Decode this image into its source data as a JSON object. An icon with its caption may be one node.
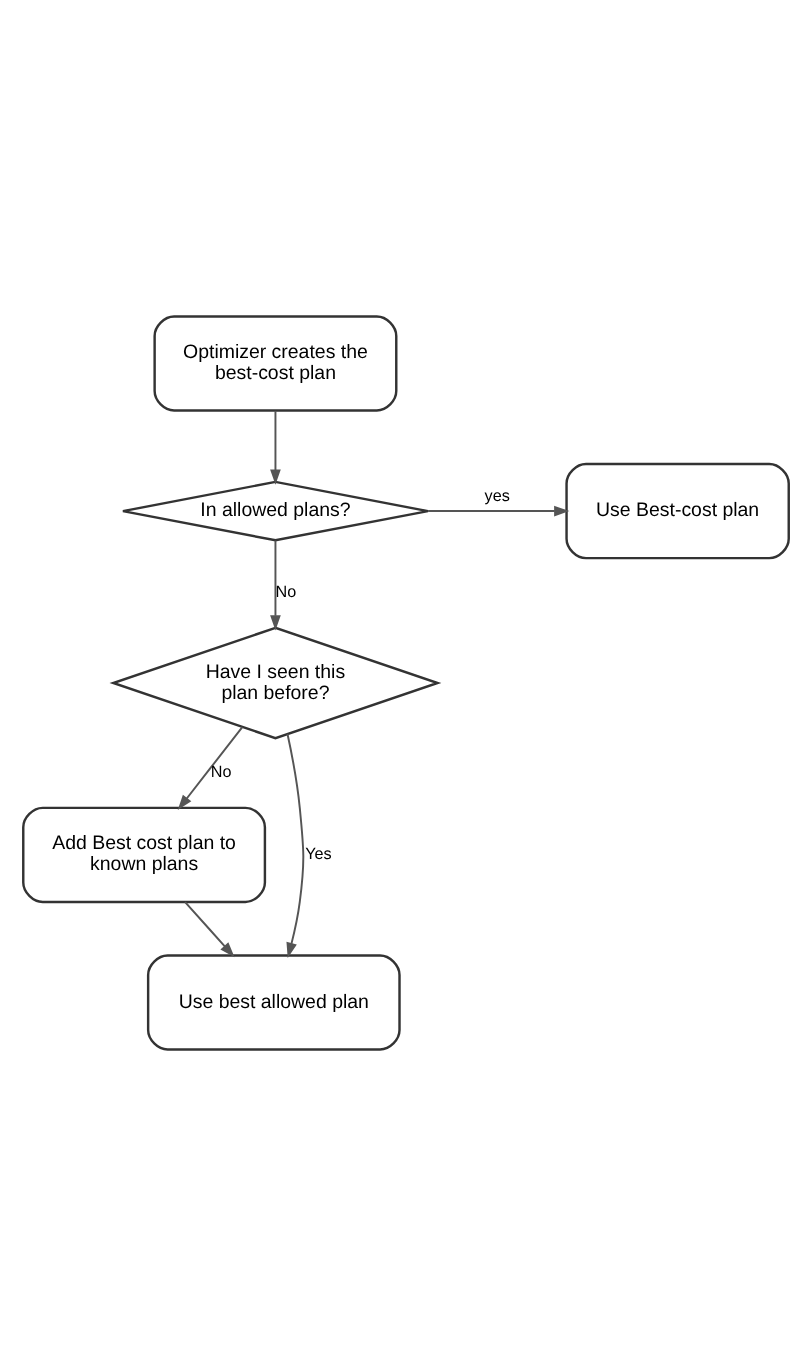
{
  "diagram": {
    "nodes": [
      {
        "text": [
          "Optimizer creates the best-cost plan"
        ]
      },
      {
        "text": [
          "In allowed plans?"
        ]
      },
      {
        "text": [
          "Use Best-cost plan"
        ]
      },
      {
        "text": [
          "Have I seen this plan before?"
        ]
      },
      {
        "text": [
          "Add Best cost plan to known plans"
        ]
      },
      {
        "text": [
          "Use best allowed plan"
        ]
      }
    ],
    "edges": [
      {
        "from": 0,
        "to": 1,
        "arrow": "to"
      },
      {
        "from": 1,
        "to": 2,
        "arrow": "to",
        "label": "yes"
      },
      {
        "from": 1,
        "to": 3,
        "arrow": "to",
        "label": "No"
      },
      {
        "from": 3,
        "to": 4,
        "arrow": "to",
        "label": "No"
      },
      {
        "from": 4,
        "to": 5,
        "arrow": "to"
      },
      {
        "from": 3,
        "to": 5,
        "arrow": "to",
        "label": "Yes"
      }
    ]
  }
}
